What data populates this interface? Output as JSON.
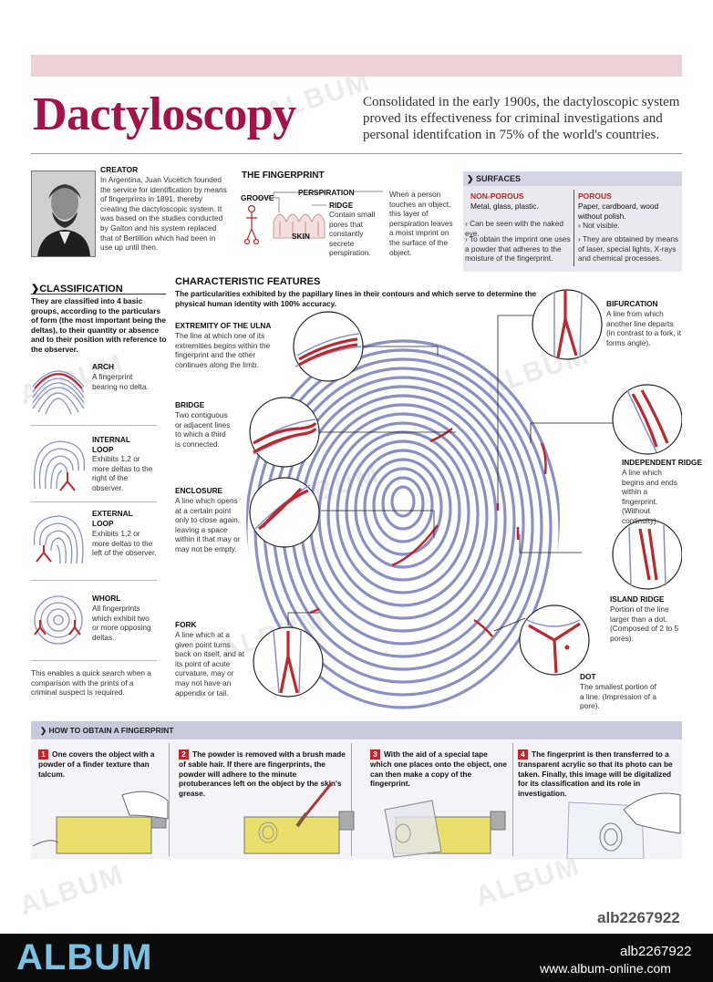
{
  "header": {
    "title": "Dactyloscopy",
    "intro": "Consolidated in the early 1900s, the dactyloscopic system proved its effectiveness for criminal investigations and personal identifcation in 75% of the world's countries."
  },
  "creator": {
    "heading": "CREATOR",
    "text": "In Argentina, Juan Vucetich founded the service for identification by means of fingerprints in 1891, thereby creating the dactyloscopic system. It was based on the studies conducted by Galton and his system replaced that of Bertillion which had been in use up until then."
  },
  "fingerprint": {
    "heading": "THE FINGERPRINT",
    "groove": "GROOVE",
    "perspiration": "PERSPIRATION",
    "ridge": "RIDGE",
    "ridge_text": "Contain small pores that constantly secrete perspiration.",
    "skin": "SKIN",
    "note": "When a person touches an object, this layer of perspiration leaves a moist imprint on the surface of the object."
  },
  "surfaces": {
    "heading": "SURFACES",
    "non_porous": {
      "heading": "NON-POROUS",
      "examples": "Metal, glass, plastic.",
      "bullet1": "Can be seen with the naked eye.",
      "bullet2": "To obtain the imprint one uses a powder that adheres to the moisture of the fingerprint."
    },
    "porous": {
      "heading": "POROUS",
      "examples": "Paper, cardboard, wood without polish.",
      "bullet1": "Not visible.",
      "bullet2": "They are obtained by means of laser, special lights, X-rays and chemical processes."
    }
  },
  "classification": {
    "heading": "CLASSIFICATION",
    "intro": "They are classified into 4 basic groups, according to the particulars of form (the most important being the deltas), to their quantity or absence and to their position with reference to the observer.",
    "items": [
      {
        "name": "ARCH",
        "text": "A fingerprint bearing no delta."
      },
      {
        "name": "INTERNAL LOOP",
        "text": "Exhibits 1,2 or more deltas to the right of the observer."
      },
      {
        "name": "EXTERNAL LOOP",
        "text": "Exhibits 1,2 or more deltas to the left of the observer."
      },
      {
        "name": "WHORL",
        "text": "All fingerprints which exhibit two or more opposing deltas."
      }
    ],
    "footer": "This enables a quick search when a comparison with the prints of a criminal suspect is required."
  },
  "features": {
    "heading": "CHARACTERISTIC FEATURES",
    "intro": "The particularities exhibited by the papillary lines in their contours and which serve to determine the physical human identity with 100% accuracy.",
    "left": [
      {
        "name": "EXTREMITY OF THE ULNA",
        "text": "The line at which one of its extremities begins within the fingerprint and the other continues along the limb."
      },
      {
        "name": "BRIDGE",
        "text": "Two contiguous or adjacent lines to which a third is connected."
      },
      {
        "name": "ENCLOSURE",
        "text": "A line which opens at a certain point only to close again, leaving a space within it that may or may not be empty."
      },
      {
        "name": "FORK",
        "text": "A line which at a given point turns back on itself, and at its point of acute curvature, may or may not have an appendix or tail."
      }
    ],
    "right": [
      {
        "name": "BIFURCATION",
        "text": "A line from which another line departs (in contrast to a fork, it forms angle)."
      },
      {
        "name": "INDEPENDENT RIDGE",
        "text": "A line which begins and ends within a fingerprint. (Without continuity)."
      },
      {
        "name": "ISLAND RIDGE",
        "text": "Portion of the line larger than a dot. (Composed of 2 to 5 pores)."
      },
      {
        "name": "DOT",
        "text": "The smallest portion of a line. (Impression of a pore)."
      }
    ]
  },
  "howto": {
    "heading": "HOW TO OBTAIN A FINGERPRINT",
    "steps": [
      {
        "num": "1",
        "text": "One covers the object with a powder of a finder texture than talcum."
      },
      {
        "num": "2",
        "text": "The powder is removed with a  brush made of sable hair.  If there are fingerprints, the powder will adhere to the minute protuberances left on the object by the skin's grease."
      },
      {
        "num": "3",
        "text": "With the aid of a special tape which one places onto the object, one can then make a copy of the fingerprint."
      },
      {
        "num": "4",
        "text": "The fingerprint is then transferred to a transparent acrylic so that its photo can be taken. Finally, this image will be digitalized for its classification and its role in investigation."
      }
    ]
  },
  "footer": {
    "logo": "ALBUM",
    "image_id_top": "alb2267922",
    "image_id": "alb2267922",
    "url": "www.album-online.com",
    "watermark": "ALBUM"
  },
  "colors": {
    "accent_red": "#c0262d",
    "title_magenta": "#a3124a",
    "print_blue": "#8a90c6",
    "footer_blue": "#7bc2e0"
  }
}
